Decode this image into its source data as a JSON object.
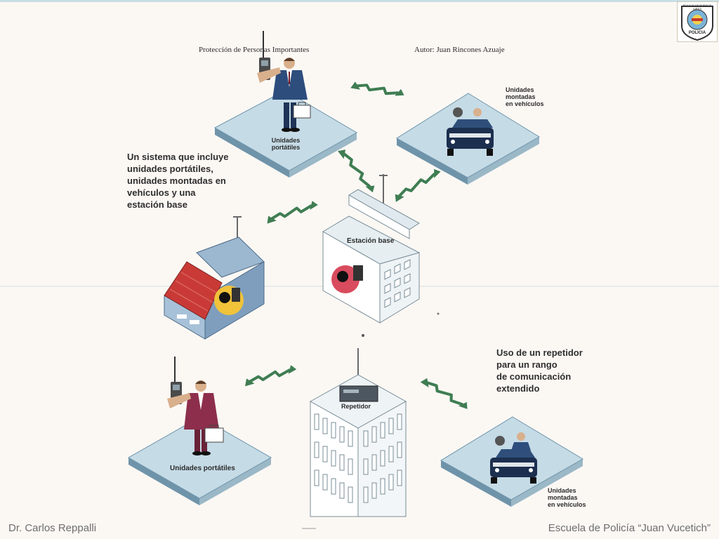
{
  "header": {
    "left_title": "Protección de Personas Importantes",
    "right_title": "Autor: Juan Rincones Azuaje"
  },
  "badge": {
    "line1": "POLICIA DE BUENOS AIRES",
    "line2": "POLICIA"
  },
  "labels": {
    "top_platform": "Unidades\nportátiles",
    "top_right_vehicles": "Unidades\nmontadas\nen vehículos",
    "base_station": "Estación base",
    "repeater": "Repetidor",
    "bottom_platform": "Unidades portátiles",
    "bottom_right_vehicles": "Unidades\nmontadas\nen vehículos"
  },
  "captions": {
    "system": "Un sistema que incluye\nunidades portátiles,\nunidades montadas en\nvehículos y una\nestación base",
    "repeater": "Uso de un repetidor\npara un rango\nde comunicación\nextendido"
  },
  "footer": {
    "left": "Dr. Carlos Reppalli",
    "right": "Escuela de Policía “Juan Vucetich”"
  },
  "colors": {
    "platform": "#c5dbe6",
    "platform_edge": "#6f94aa",
    "arrow": "#3f7d52",
    "suit_blue": "#2d4d7d",
    "suit_maroon": "#8d2f4c",
    "roof_red": "#c93a36"
  },
  "icons": [
    "radio-icon",
    "briefcase-icon",
    "antenna-icon",
    "car-icon"
  ]
}
